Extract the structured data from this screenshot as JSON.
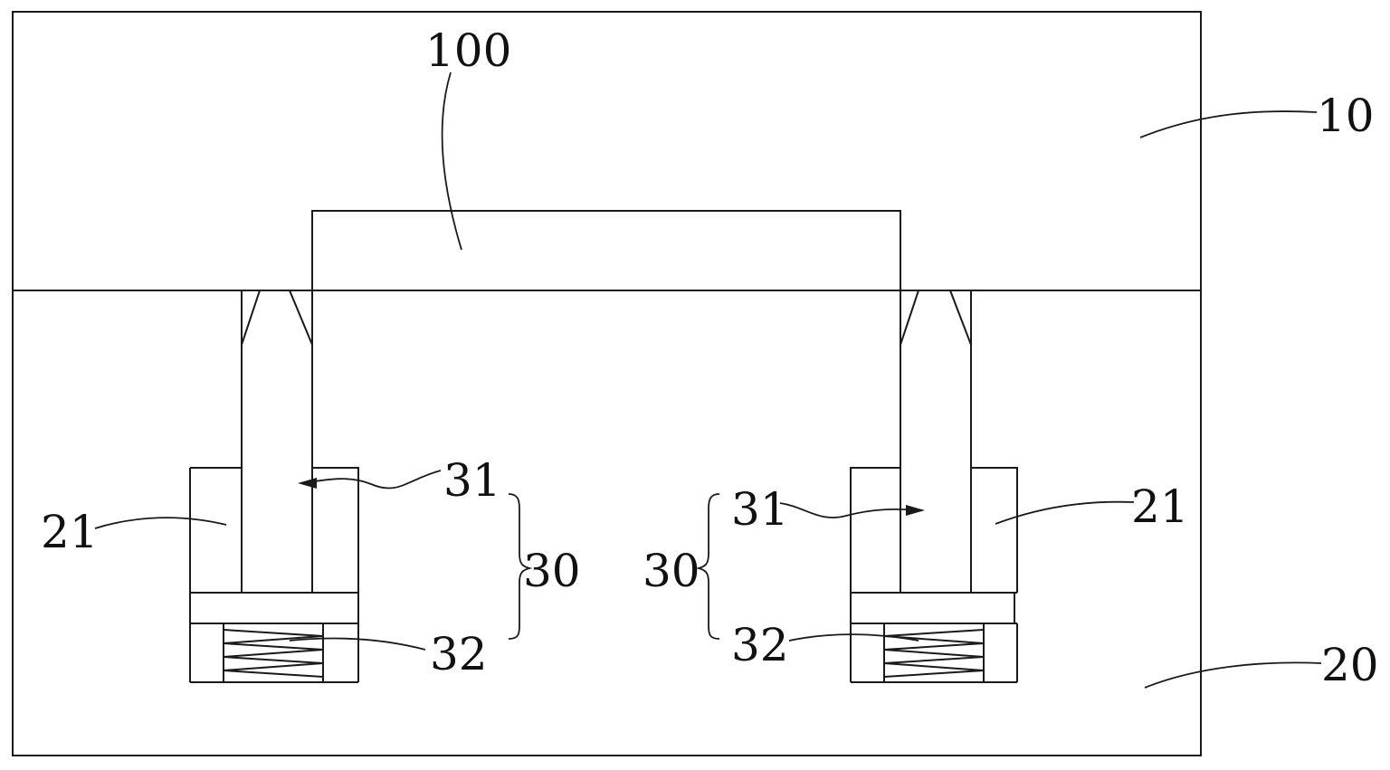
{
  "labels": {
    "block_10": "10",
    "block_20": "20",
    "part_100": "100",
    "left_21": "21",
    "right_21": "21",
    "left_31": "31",
    "right_31": "31",
    "left_32": "32",
    "right_32": "32",
    "left_30": "30",
    "right_30": "30"
  },
  "colors": {
    "line": "#1a1a1a",
    "background": "#ffffff"
  }
}
